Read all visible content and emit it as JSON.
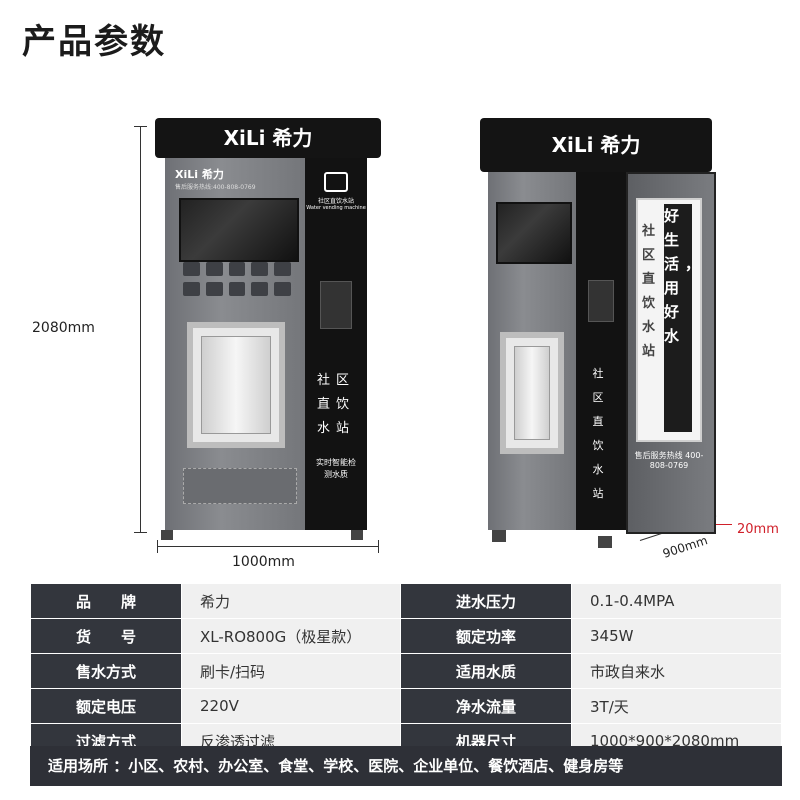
{
  "title": "产品参数",
  "dimensions": {
    "height": "2080mm",
    "width": "1000mm",
    "depth": "900mm",
    "foot": "20mm"
  },
  "machine": {
    "logo": "XiLi 希力",
    "panel_logo": "XiLi 希力",
    "hotline_small": "售后服务热线:400-808-0769",
    "brand_tag": "社区直饮水站",
    "brand_tag_en": "Water vending machine",
    "panel_text": "社区直饮水站",
    "smart_label": "实时智能检测水质",
    "side_slogan_left": "社区直饮水站",
    "side_slogan_right": "好生活，用好水",
    "side_hotline": "售后服务热线 400-808-0769"
  },
  "table": {
    "rows": [
      {
        "k1": "品　　牌",
        "v1": "希力",
        "k2": "进水压力",
        "v2": "0.1-0.4MPA"
      },
      {
        "k1": "货　　号",
        "v1": "XL-RO800G（极星款）",
        "k2": "额定功率",
        "v2": "345W"
      },
      {
        "k1": "售水方式",
        "v1": "刷卡/扫码",
        "k2": "适用水质",
        "v2": "市政自来水"
      },
      {
        "k1": "额定电压",
        "v1": "220V",
        "k2": "净水流量",
        "v2": "3T/天"
      },
      {
        "k1": "过滤方式",
        "v1": "反渗透过滤",
        "k2": "机器尺寸",
        "v2": "1000*900*2080mm"
      }
    ],
    "usage": "适用场所 ：小区、农村、办公室、食堂、学校、医院、企业单位、餐饮酒店、健身房等"
  }
}
